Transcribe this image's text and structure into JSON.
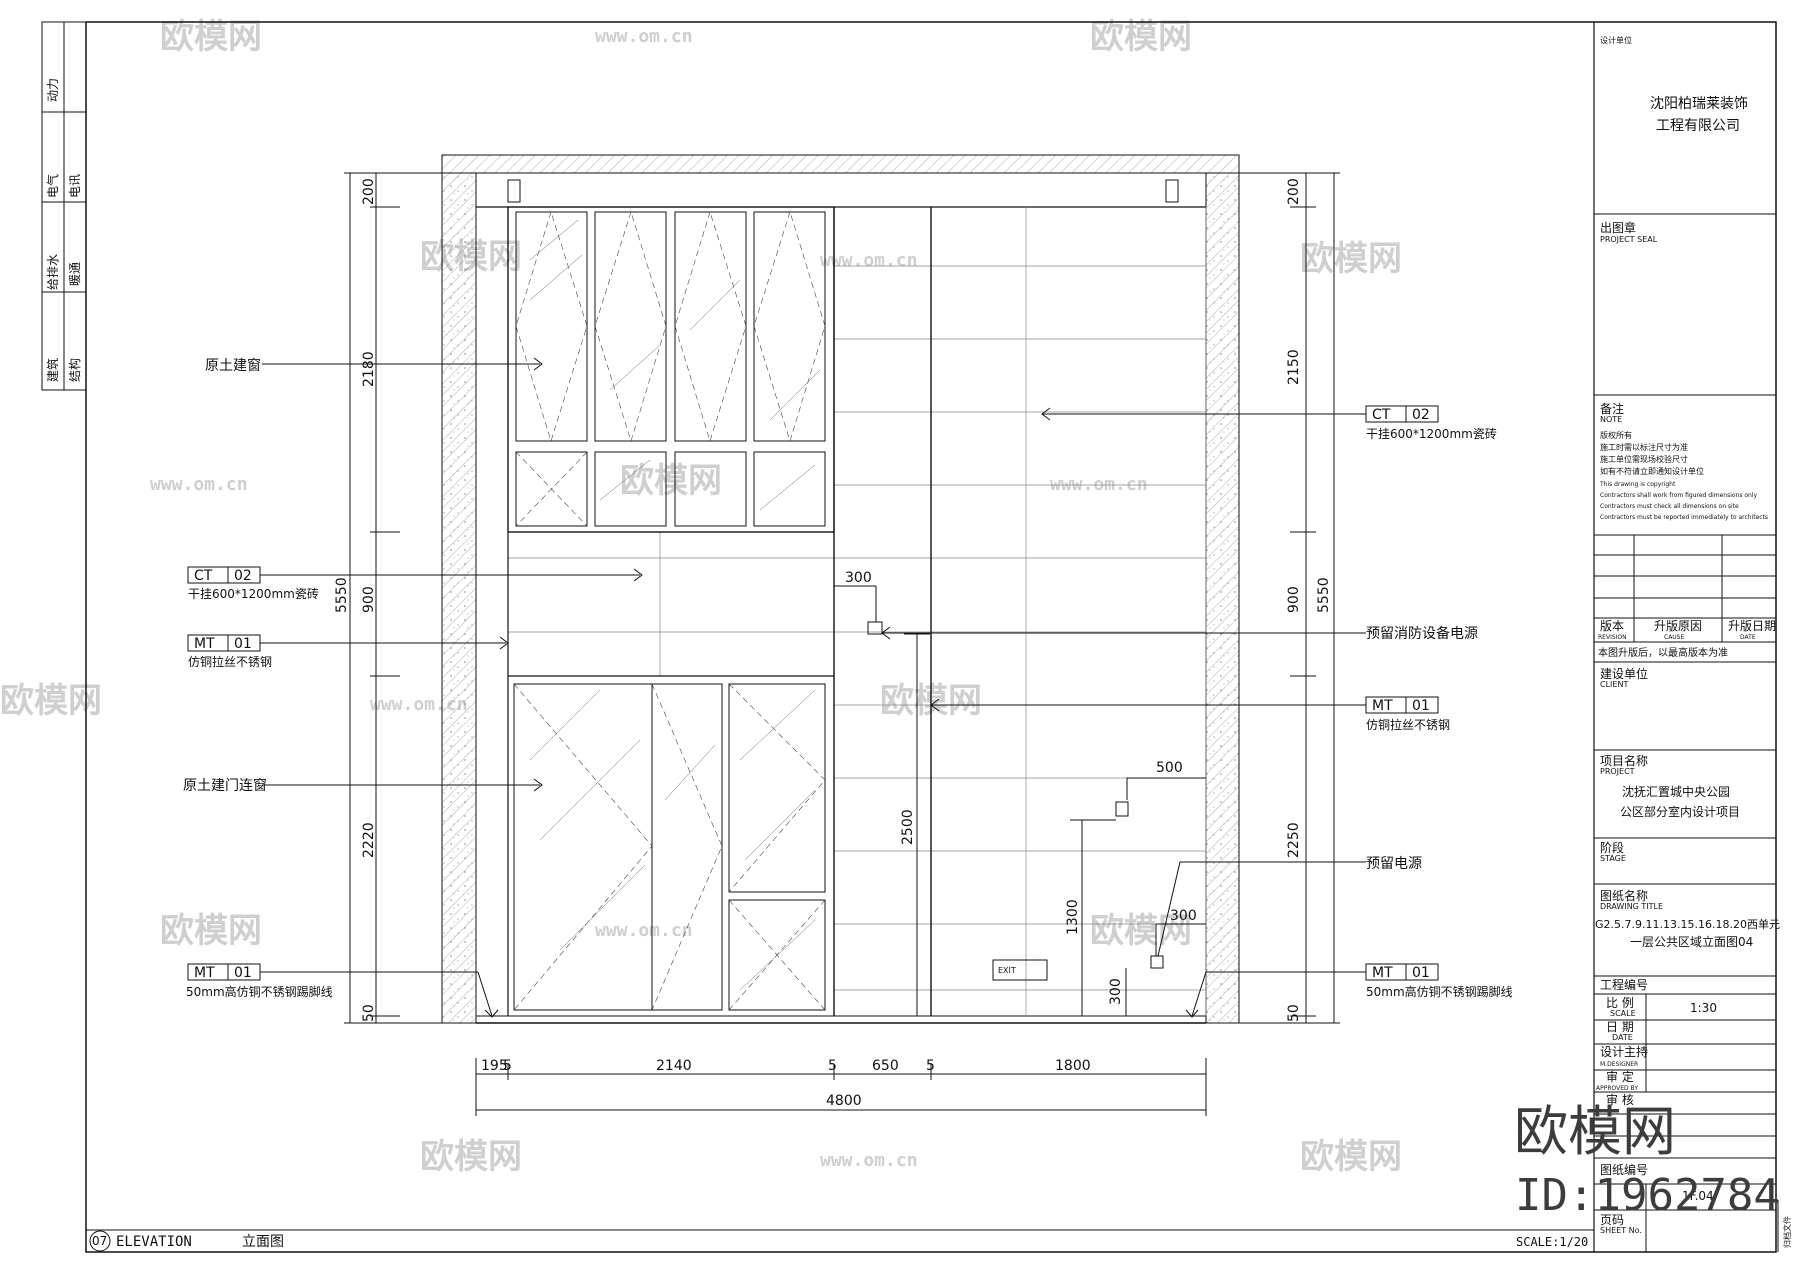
{
  "left_strip": [
    "动力",
    "电气",
    "电讯",
    "给排水",
    "暖通",
    "建筑",
    "结构"
  ],
  "callouts": {
    "window_label": "原土建窗",
    "door_window_label": "原土建门连窗",
    "ct_left": {
      "code": "CT",
      "num": "02",
      "desc": "干挂600*1200mm瓷砖"
    },
    "ct_right": {
      "code": "CT",
      "num": "02",
      "desc": "干挂600*1200mm瓷砖"
    },
    "mt_left": {
      "code": "MT",
      "num": "01",
      "desc": "仿铜拉丝不锈钢"
    },
    "mt_right": {
      "code": "MT",
      "num": "01",
      "desc": "仿铜拉丝不锈钢"
    },
    "mt_skirt_left": {
      "code": "MT",
      "num": "01",
      "desc": "50mm高仿铜不锈钢踢脚线"
    },
    "mt_skirt_right": {
      "code": "MT",
      "num": "01",
      "desc": "50mm高仿铜不锈钢踢脚线"
    },
    "fire_power": "预留消防设备电源",
    "power": "预留电源",
    "exit_sign": "EXIT"
  },
  "dims": {
    "left_vertical": [
      "200",
      "2180",
      "900",
      "2220",
      "50"
    ],
    "left_total": "5550",
    "right_vertical": [
      "200",
      "2150",
      "900",
      "2250",
      "50"
    ],
    "right_total": "5550",
    "bottom_row": [
      "195",
      "5",
      "2140",
      "5",
      "650",
      "5",
      "1800"
    ],
    "bottom_total": "4800",
    "inner": {
      "d300a": "300",
      "d2500": "2500",
      "d500": "500",
      "d1300": "1300",
      "d300b": "300",
      "d300c": "300"
    }
  },
  "footer": {
    "number": "07",
    "title_en": "ELEVATION",
    "title_cn": "立面图",
    "scale": "SCALE:1/20"
  },
  "title_block": {
    "design_unit": "设计单位",
    "company_line1": "沈阳柏瑞莱装饰",
    "company_line2": "工程有限公司",
    "seal": "出图章",
    "seal_en": "PROJECT SEAL",
    "notes": "备注",
    "notes_en": "NOTE",
    "note_lines": [
      "版权所有",
      "施工时需以标注尺寸为准",
      "施工单位需现场校验尺寸",
      "如有不符请立即通知设计单位"
    ],
    "note_en_lines": [
      "This drawing is copyright",
      "Contractors shall work from figured dimensions only",
      "Contractors must check all dimensions on site",
      "Contractors must be reported immediately to architects"
    ],
    "rev_cols": [
      "版本",
      "升版原因",
      "升版日期"
    ],
    "rev_cols_en": [
      "REVISION",
      "CAUSE",
      "DATE"
    ],
    "rev_note": "本图升版后，以最高版本为准",
    "client": "建设单位",
    "client_en": "CLIENT",
    "project": "项目名称",
    "project_en": "PROJECT",
    "project_line1": "沈抚汇置城中央公园",
    "project_line2": "公区部分室内设计项目",
    "stage": "阶段",
    "stage_en": "STAGE",
    "drawing_title": "图纸名称",
    "drawing_title_en": "DRAWING TITLE",
    "drawing_line1": "G2.5.7.9.11.13.15.16.18.20西单元",
    "drawing_line2": "一层公共区域立面图04",
    "job_no": "工程编号",
    "scale_label": "比 例",
    "scale_en": "SCALE",
    "scale_value": "1:30",
    "date_label": "日 期",
    "date_en": "DATE",
    "designer": "设计主持",
    "designer_en": "M.DESIGNER",
    "review": "审 定",
    "review_en": "APPROVED BY",
    "check": "审 核",
    "sheet_no_label": "图纸编号",
    "sheet_no_value": "1F.04",
    "page": "页码",
    "page_en": "SHEET No.",
    "archive": "归档文件"
  },
  "watermark": {
    "brand": "欧模网",
    "url": "www.om.cn",
    "big_brand": "欧模网",
    "id": "ID:1962784"
  }
}
